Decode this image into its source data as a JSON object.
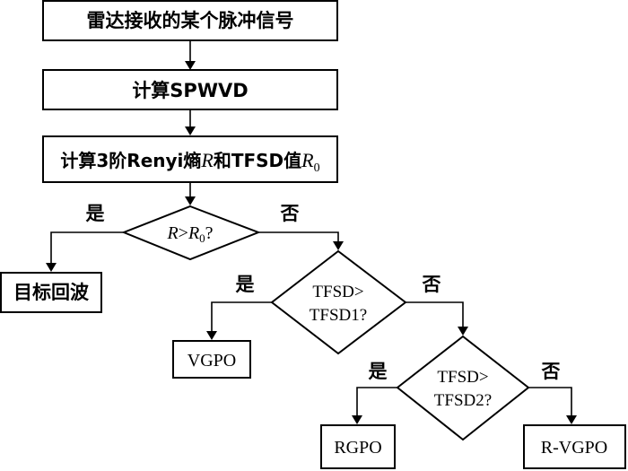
{
  "steps": {
    "radar_pulse": "雷达接收的某个脉冲信号",
    "calc_spwvd": "计算SPWVD",
    "calc_entropy": {
      "prefix": "计算3阶Renyi熵",
      "r_symbol": "R",
      "middle": "和TFSD值",
      "r0_symbol": "R",
      "r0_sub": "0"
    }
  },
  "decisions": {
    "r_vs_r0": {
      "r": "R",
      "gt": ">",
      "r0": "R",
      "r0_sub": "0",
      "q": "?"
    },
    "tfsd1": {
      "line1": "TFSD>",
      "line2": "TFSD1?"
    },
    "tfsd2": {
      "line1": "TFSD>",
      "line2": "TFSD2?"
    }
  },
  "outcomes": {
    "target_echo": "目标回波",
    "vgpo": "VGPO",
    "rgpo": "RGPO",
    "r_vgpo": "R-VGPO"
  },
  "branch_labels": {
    "yes": "是",
    "no": "否"
  }
}
